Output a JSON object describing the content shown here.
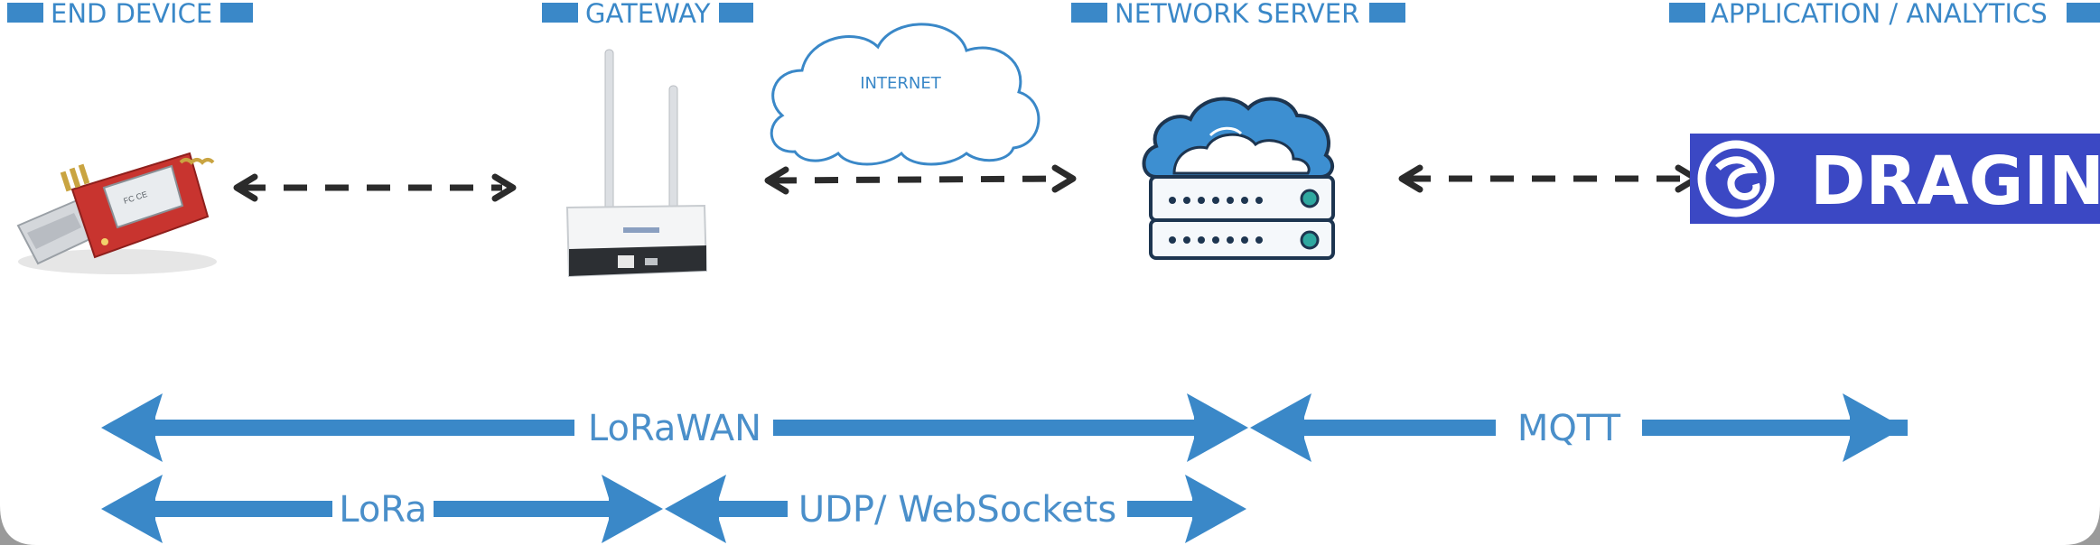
{
  "headers": {
    "end_device": "END DEVICE",
    "gateway": "GATEWAY",
    "network_server": "NETWORK SERVER",
    "application": "APPLICATION / ANALYTICS"
  },
  "cloud_label": "INTERNET",
  "logo_text": "DRAGINO",
  "protocols": {
    "lorawan": "LoRaWAN",
    "mqtt": "MQTT",
    "lora": "LoRa",
    "udp": "UDP/ WebSockets"
  },
  "colors": {
    "accent": "#3a88c8",
    "arrow_text": "#4a8fca",
    "logo_bg": "#3b48c4",
    "dark": "#2b2b2b",
    "device_red": "#c8342f"
  }
}
